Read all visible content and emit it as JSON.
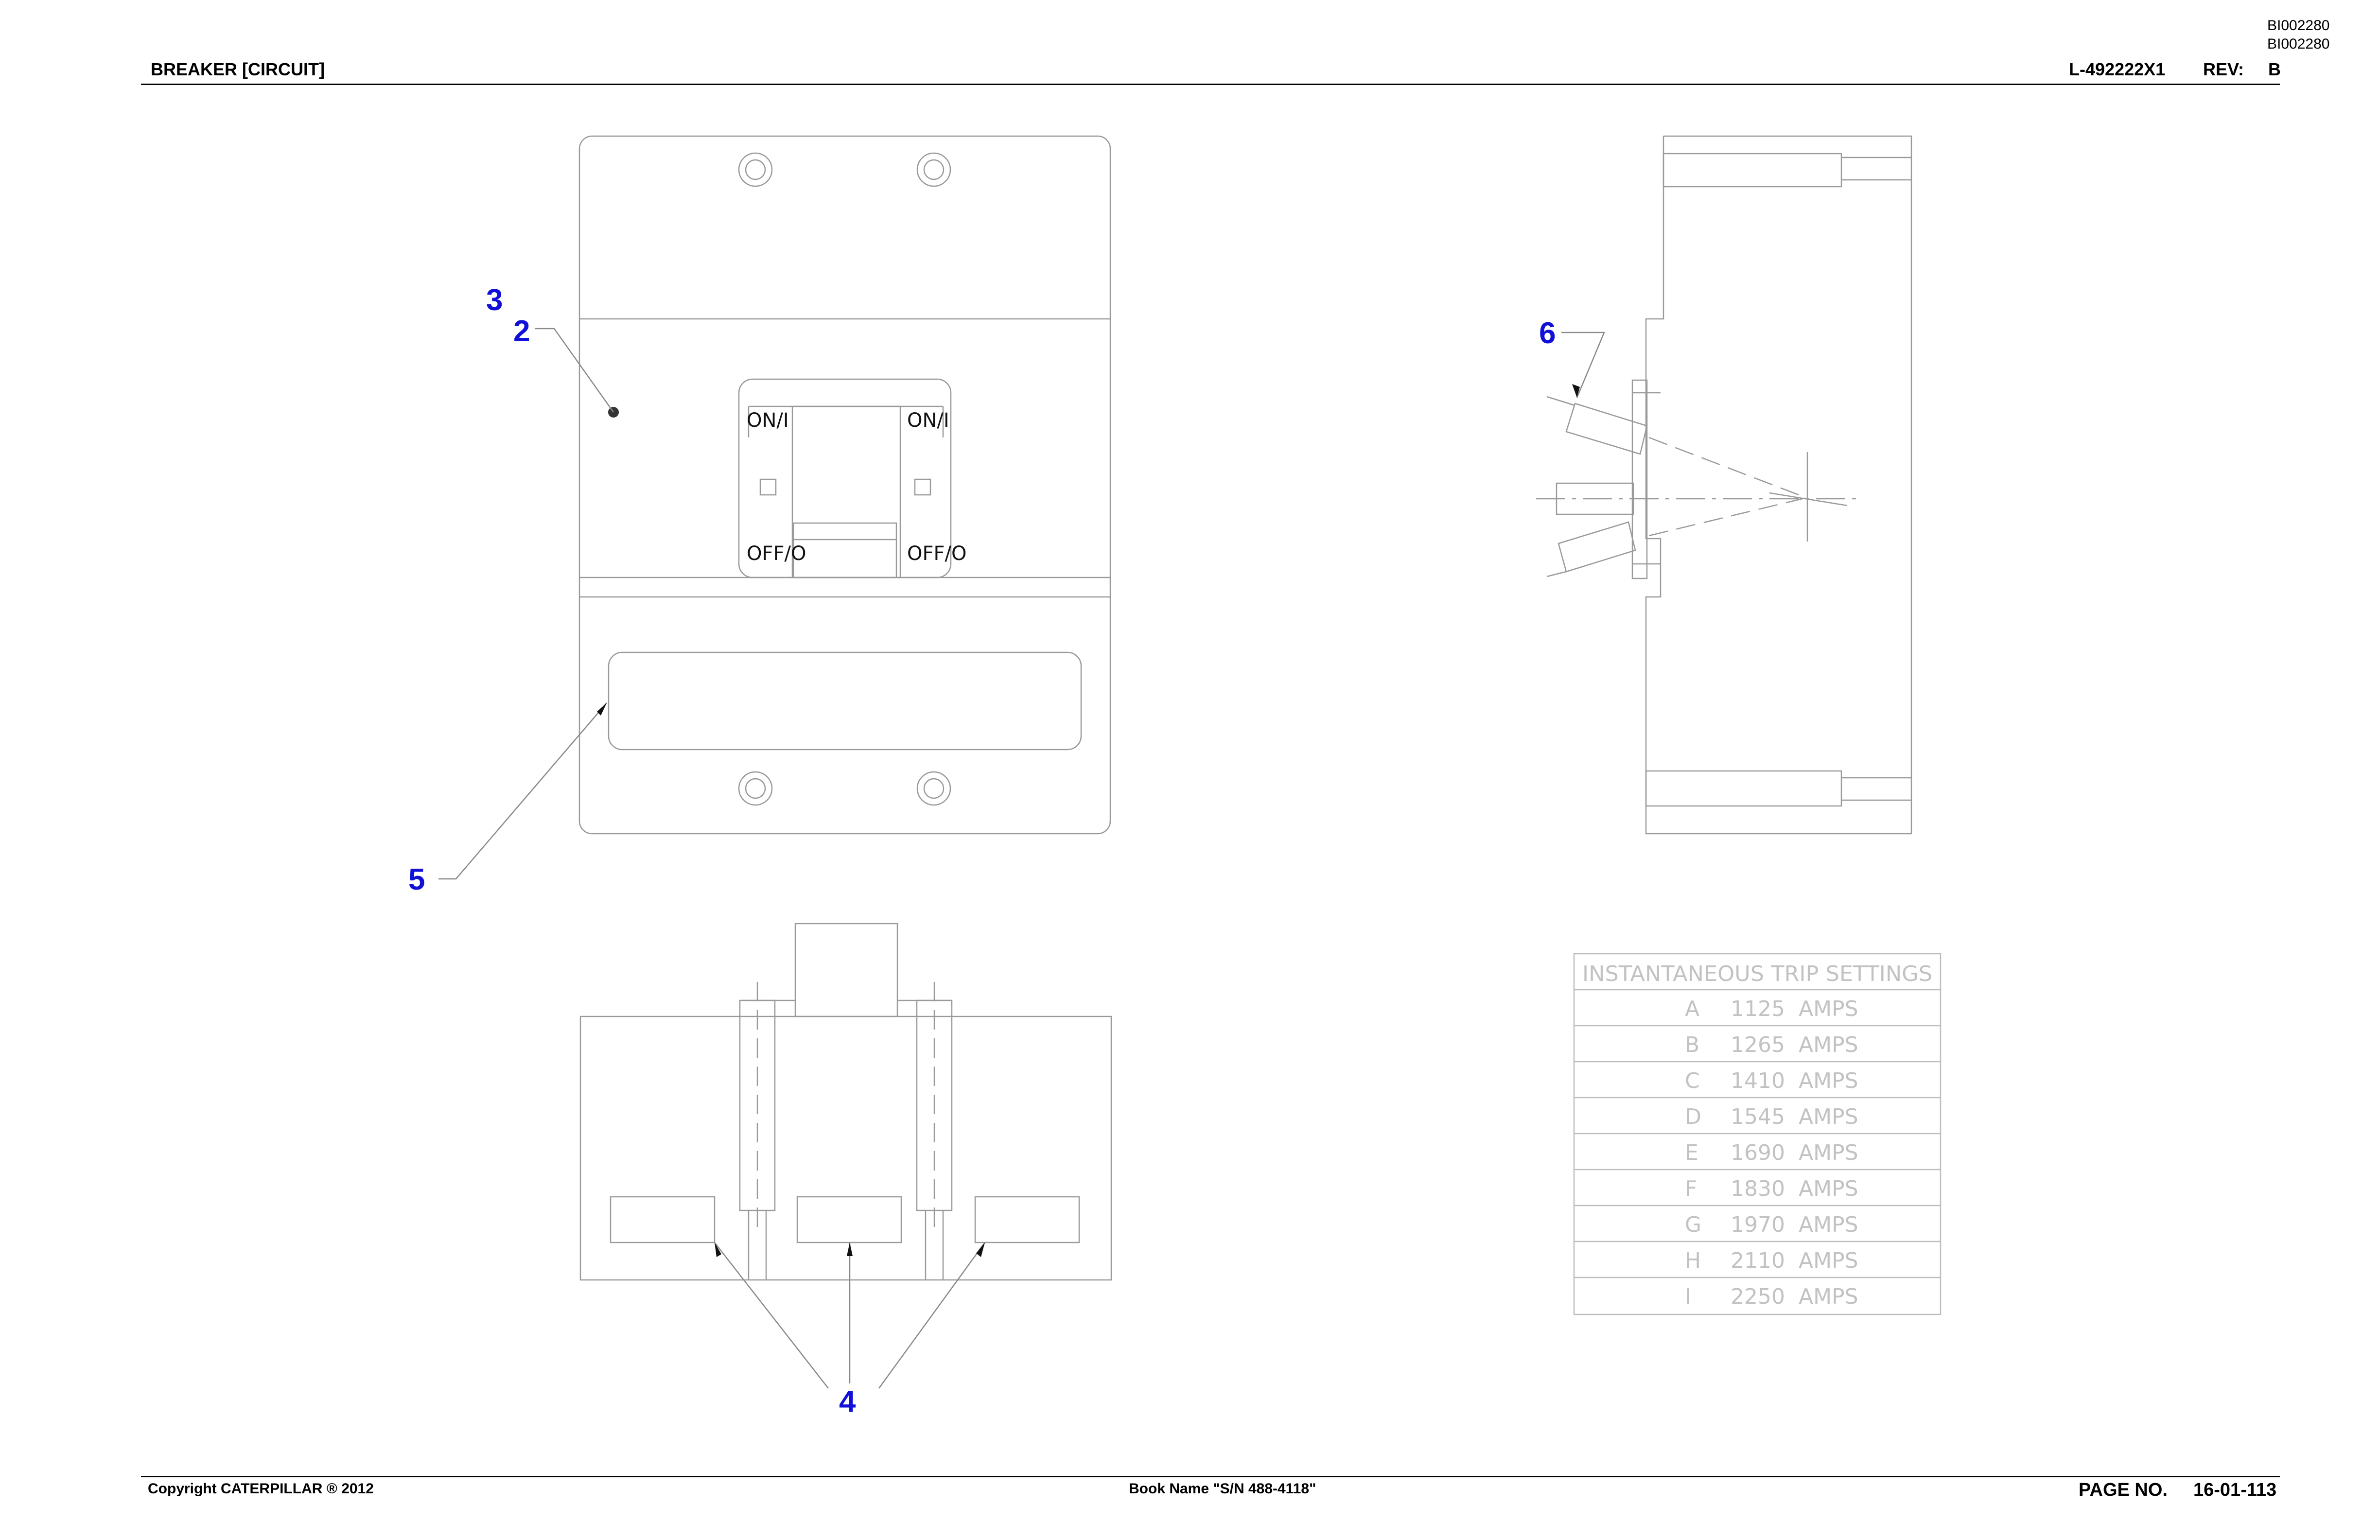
{
  "header": {
    "doc_ids": [
      "BI002280",
      "BI002280"
    ],
    "title": "BREAKER [CIRCUIT]",
    "part_number": "L-492222X1",
    "rev_label": "REV:",
    "rev_value": "B"
  },
  "callouts": {
    "c2": "2",
    "c3": "3",
    "c4": "4",
    "c5": "5",
    "c6": "6"
  },
  "switch_labels": {
    "on_left": "ON/I",
    "on_right": "ON/I",
    "off_left": "OFF/O",
    "off_right": "OFF/O"
  },
  "trip_table": {
    "title": "INSTANTANEOUS TRIP SETTINGS",
    "rows": [
      {
        "setting": "A",
        "value": "1125",
        "unit": "AMPS"
      },
      {
        "setting": "B",
        "value": "1265",
        "unit": "AMPS"
      },
      {
        "setting": "C",
        "value": "1410",
        "unit": "AMPS"
      },
      {
        "setting": "D",
        "value": "1545",
        "unit": "AMPS"
      },
      {
        "setting": "E",
        "value": "1690",
        "unit": "AMPS"
      },
      {
        "setting": "F",
        "value": "1830",
        "unit": "AMPS"
      },
      {
        "setting": "G",
        "value": "1970",
        "unit": "AMPS"
      },
      {
        "setting": "H",
        "value": "2110",
        "unit": "AMPS"
      },
      {
        "setting": "I",
        "value": "2250",
        "unit": "AMPS"
      }
    ]
  },
  "footer": {
    "copyright": "Copyright CATERPILLAR ® 2012",
    "book_name": "Book Name \"S/N 488-4118\"",
    "page_label": "PAGE NO.",
    "page_number": "16-01-113"
  }
}
